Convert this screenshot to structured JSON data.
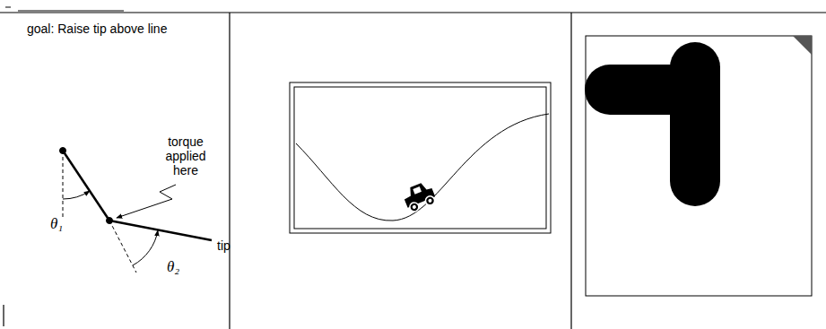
{
  "diagram": {
    "labels": [
      "goal: Raise tip above line",
      "torque applied here",
      "θ₁",
      "θ₂",
      "tip"
    ]
  }
}
